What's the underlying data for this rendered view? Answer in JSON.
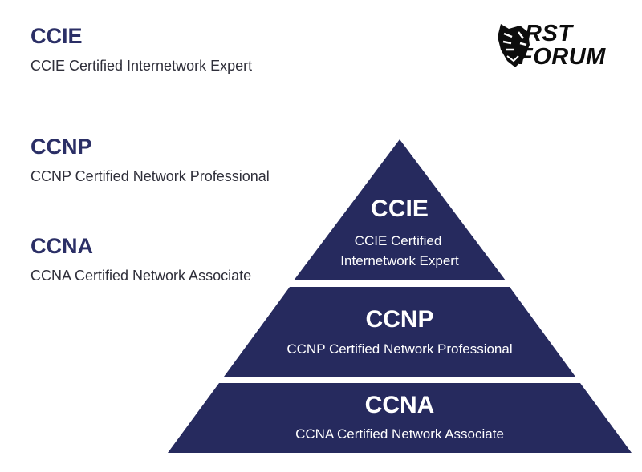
{
  "legend": [
    {
      "title": "CCIE",
      "subtitle": "CCIE Certified Internetwork Expert"
    },
    {
      "title": "CCNP",
      "subtitle": "CCNP Certified Network Professional"
    },
    {
      "title": "CCNA",
      "subtitle": "CCNA Certified Network Associate"
    }
  ],
  "logo": {
    "line1": "RST",
    "line2": "FORUM",
    "icon": "tiger-head-icon"
  },
  "pyramid": {
    "color": "#262a5e",
    "tiers": [
      {
        "title": "CCIE",
        "subtitle_lines": [
          "CCIE Certified",
          "Internetwork Expert"
        ]
      },
      {
        "title": "CCNP",
        "subtitle_lines": [
          "CCNP Certified Network Professional"
        ]
      },
      {
        "title": "CCNA",
        "subtitle_lines": [
          "CCNA Certified Network Associate"
        ]
      }
    ]
  }
}
